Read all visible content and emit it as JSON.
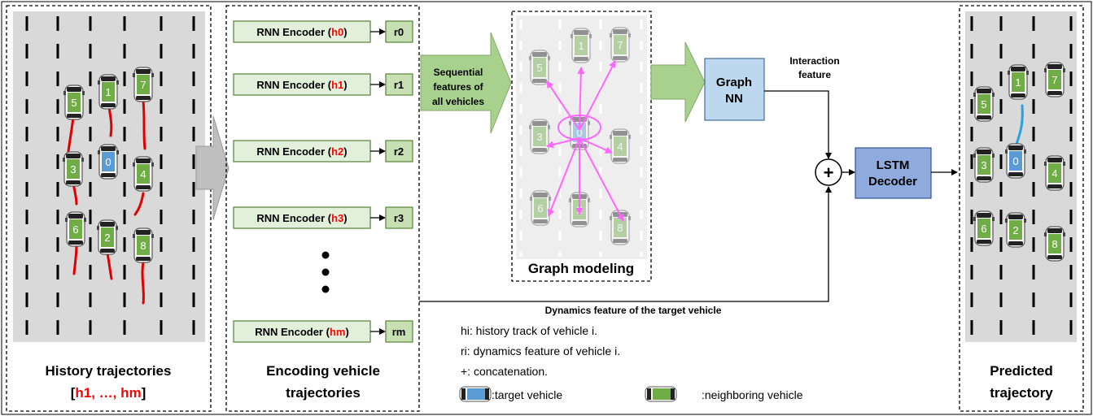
{
  "colors": {
    "road": "#d9d9d9",
    "lane_mark": "#000000",
    "history_path": "#e00000",
    "predicted_path": "#2aa0e0",
    "neighbor_car": "#70ad47",
    "target_car": "#5b9bd5",
    "encoder_fill": "#e2efda",
    "encoder_border": "#548235",
    "output_fill": "#c6e0b4",
    "block_arrow": "#a9d18e",
    "gray_arrow": "#bfbfbf",
    "graph_nn_fill": "#bdd7ee",
    "lstm_fill": "#8faadc",
    "graph_edge": "#ff66ff",
    "highlight_red": "#ff0000"
  },
  "history_panel": {
    "title": "History trajectories",
    "bracket_open": "[",
    "seq_first": "h1",
    "seq_sep": ", …, ",
    "seq_last": "hm",
    "bracket_close": "]"
  },
  "encoding_panel": {
    "title_line1": "Encoding vehicle",
    "title_line2": "trajectories",
    "encoders": [
      {
        "prefix": "RNN Encoder (",
        "h": "h0",
        "suffix": ")",
        "output": "r0"
      },
      {
        "prefix": "RNN Encoder (",
        "h": "h1",
        "suffix": ")",
        "output": "r1"
      },
      {
        "prefix": "RNN Encoder (",
        "h": "h2",
        "suffix": ")",
        "output": "r2"
      },
      {
        "prefix": "RNN Encoder (",
        "h": "h3",
        "suffix": ")",
        "output": "r3"
      },
      {
        "prefix": "RNN Encoder (",
        "h": "hm",
        "suffix": ")",
        "output": "rm"
      }
    ]
  },
  "sequential_arrow": {
    "line1": "Sequential",
    "line2": "features of",
    "line3": "all vehicles"
  },
  "graph_panel": {
    "title": "Graph modeling"
  },
  "graph_nn": {
    "line1": "Graph",
    "line2": "NN"
  },
  "interaction_label": {
    "line1": "Interaction",
    "line2": "feature"
  },
  "concat_symbol": "+",
  "lstm": {
    "line1": "LSTM",
    "line2": "Decoder"
  },
  "dynamics_label": "Dynamics feature of the target vehicle",
  "legend": {
    "line_hi": "hi: history track of vehicle i.",
    "line_ri": "ri: dynamics feature of vehicle i.",
    "line_plus": "+: concatenation.",
    "target": ":target vehicle",
    "neighbor": ":neighboring vehicle"
  },
  "predicted_panel": {
    "title_line1": "Predicted",
    "title_line2": "trajectory"
  },
  "vehicle_ids": {
    "v0": "0",
    "v1": "1",
    "v2": "2",
    "v3": "3",
    "v4": "4",
    "v5": "5",
    "v6": "6",
    "v7": "7",
    "v8": "8"
  }
}
